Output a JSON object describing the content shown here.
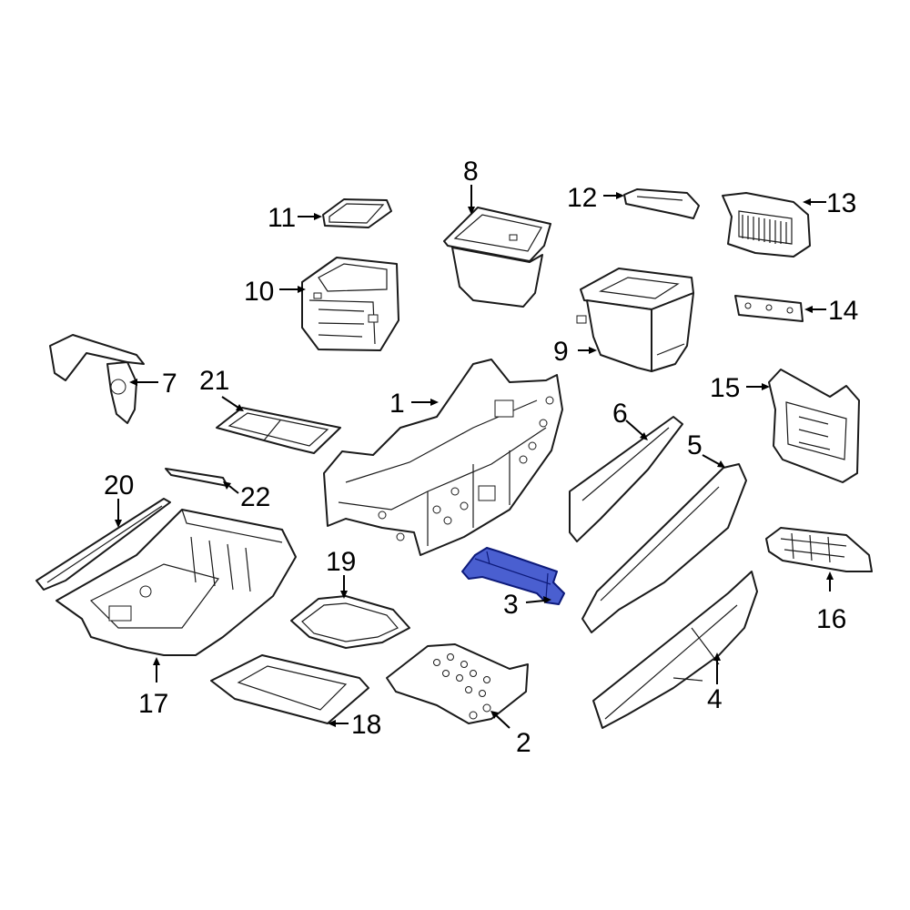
{
  "labels": {
    "c1": "1",
    "c2": "2",
    "c3": "3",
    "c4": "4",
    "c5": "5",
    "c6": "6",
    "c7": "7",
    "c8": "8",
    "c9": "9",
    "c10": "10",
    "c11": "11",
    "c12": "12",
    "c13": "13",
    "c14": "14",
    "c15": "15",
    "c16": "16",
    "c17": "17",
    "c18": "18",
    "c19": "19",
    "c20": "20",
    "c21": "21",
    "c22": "22"
  },
  "colors": {
    "highlight": "#4a5fd0",
    "line": "#1a1a1a"
  },
  "highlighted_part": "3"
}
